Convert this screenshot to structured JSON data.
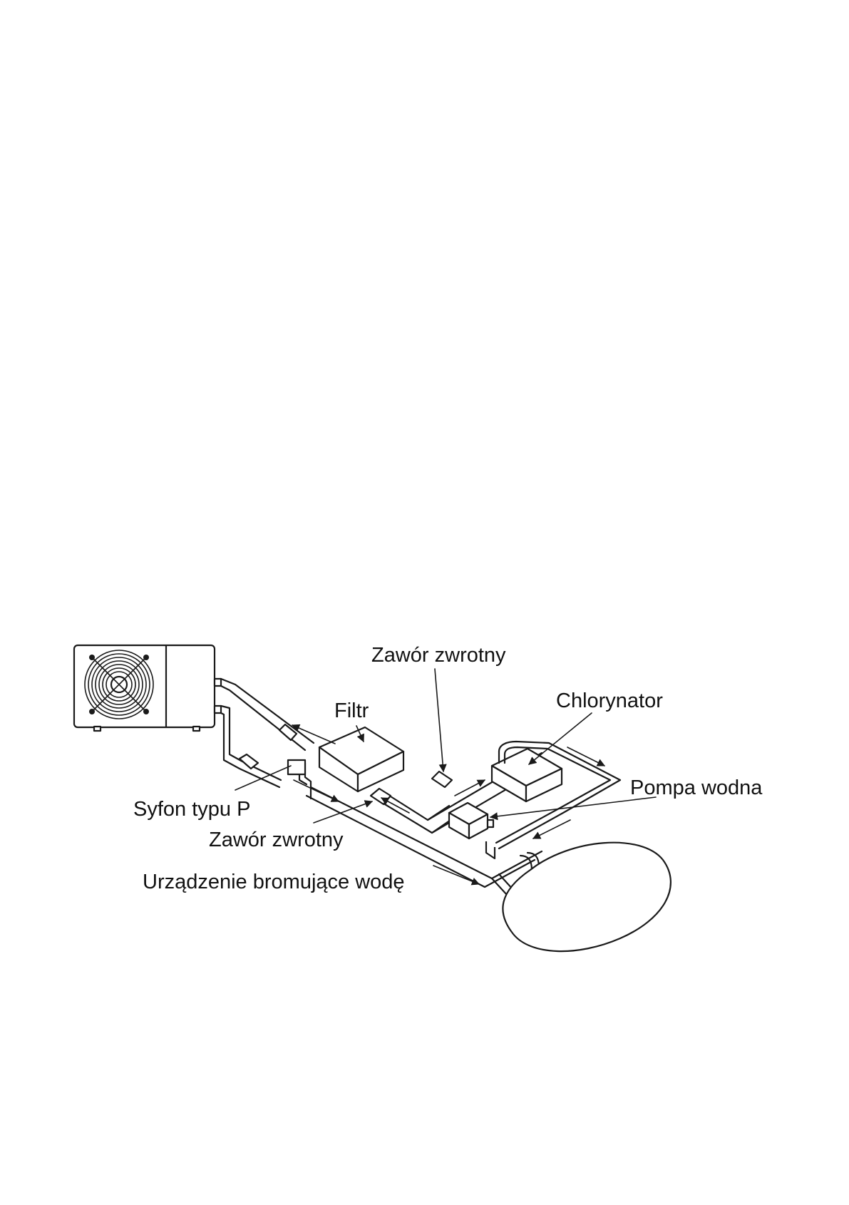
{
  "labels": {
    "check_valve_top": "Zawór zwrotny",
    "filter": "Filtr",
    "chlorinator": "Chlorynator",
    "water_pump": "Pompa wodna",
    "p_trap": "Syfon typu P",
    "check_valve_bottom": "Zawór zwrotny",
    "brominator": "Urządzenie bromujące wodę"
  },
  "colors": {
    "line": "#1a1a1a",
    "background": "#ffffff"
  }
}
